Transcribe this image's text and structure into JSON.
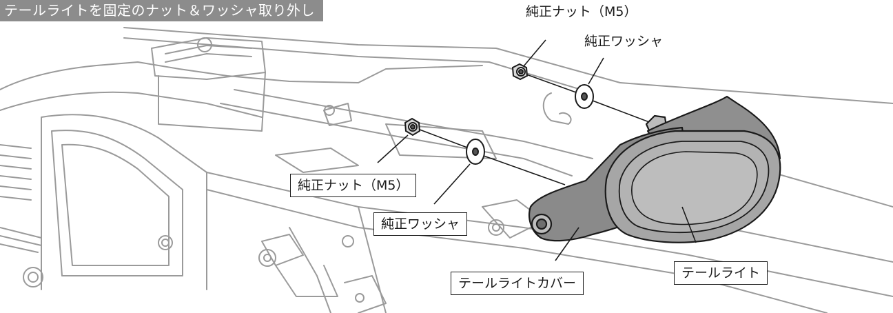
{
  "title_banner": "テールライトを固定のナット＆ワッシャ取り外し",
  "callouts": {
    "nut_upper": "純正ナット（M5）",
    "washer_upper": "純正ワッシャ",
    "nut_lower": "純正ナット（M5）",
    "washer_lower": "純正ワッシャ",
    "tail_light_cover": "テールライトカバー",
    "tail_light": "テールライト"
  },
  "colors": {
    "banner_bg": "#8c8c8c",
    "line": "#1a1a1a",
    "frame_line": "#9a9a9a",
    "tail_light_fill": "#a6a6a6",
    "tail_light_dark": "#7a7a7a"
  }
}
